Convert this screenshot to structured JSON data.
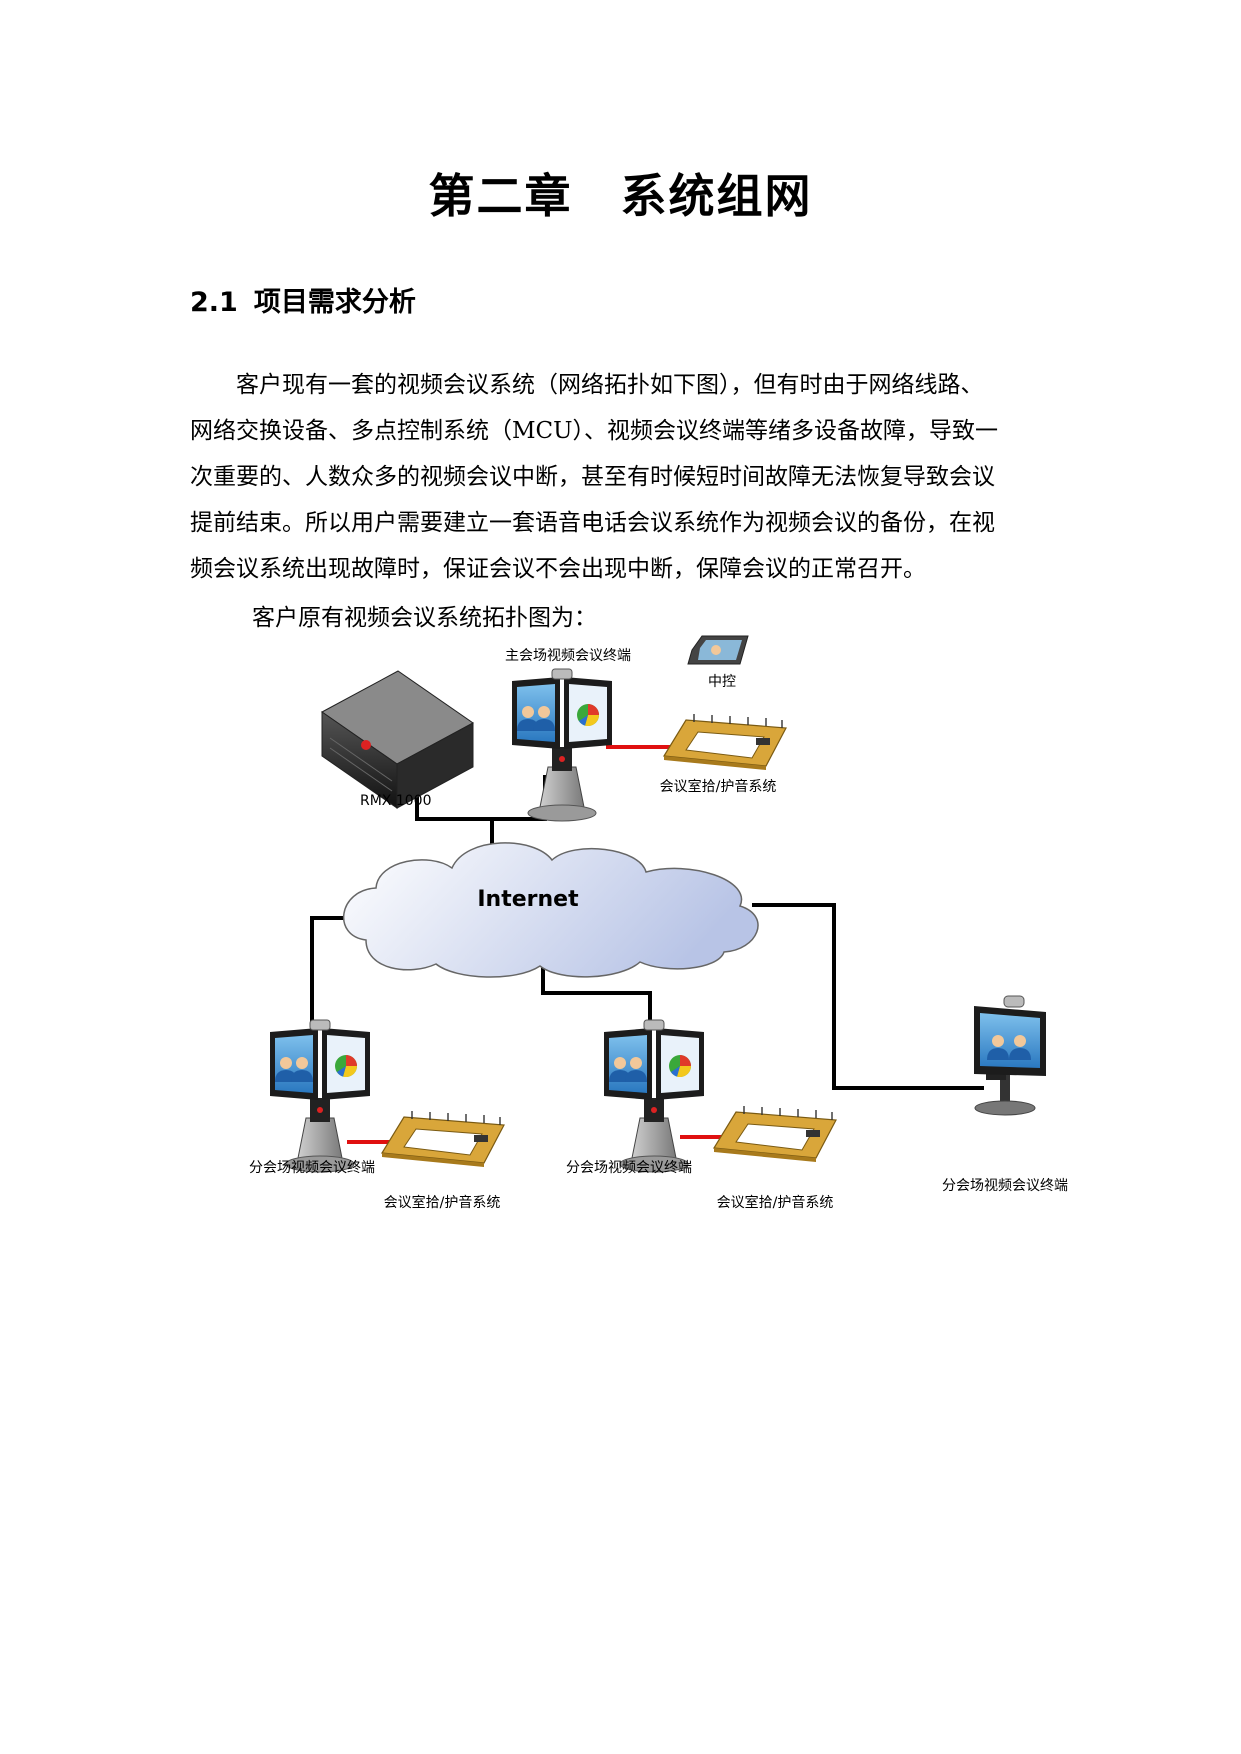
{
  "chapter": {
    "title": "第二章　系统组网"
  },
  "section": {
    "number": "2.1",
    "title": "项目需求分析"
  },
  "body": {
    "lines": [
      "客户现有一套的视频会议系统（网络拓扑如下图），但有时由于网络线路、",
      "网络交换设备、多点控制系统（MCU）、视频会议终端等绪多设备故障，导致一",
      "次重要的、人数众多的视频会议中断，甚至有时候短时间故障无法恢复导致会议",
      "提前结束。所以用户需要建立一套语音电话会议系统作为视频会议的备份，在视",
      "频会议系统出现故障时，保证会议不会出现中断，保障会议的正常召开。"
    ],
    "caption": "客户原有视频会议系统拓扑图为："
  },
  "diagram": {
    "cloud_label": "Internet",
    "mcu_label": "RMX 1000",
    "main_terminal_label": "主会场视频会议终端",
    "control_label": "中控",
    "main_audio_label": "会议室拾/护音系统",
    "branch1_terminal_label": "分会场视频会议终端",
    "branch1_audio_label": "会议室拾/护音系统",
    "branch2_terminal_label": "分会场视频会议终端",
    "branch2_audio_label": "会议室拾/护音系统",
    "branch3_terminal_label": "分会场视频会议终端",
    "colors": {
      "link": "#000000",
      "audio_link": "#e01010",
      "cloud_light": "#ffffff",
      "cloud_dark": "#b8c4e6",
      "table": "#d9a63a"
    }
  }
}
